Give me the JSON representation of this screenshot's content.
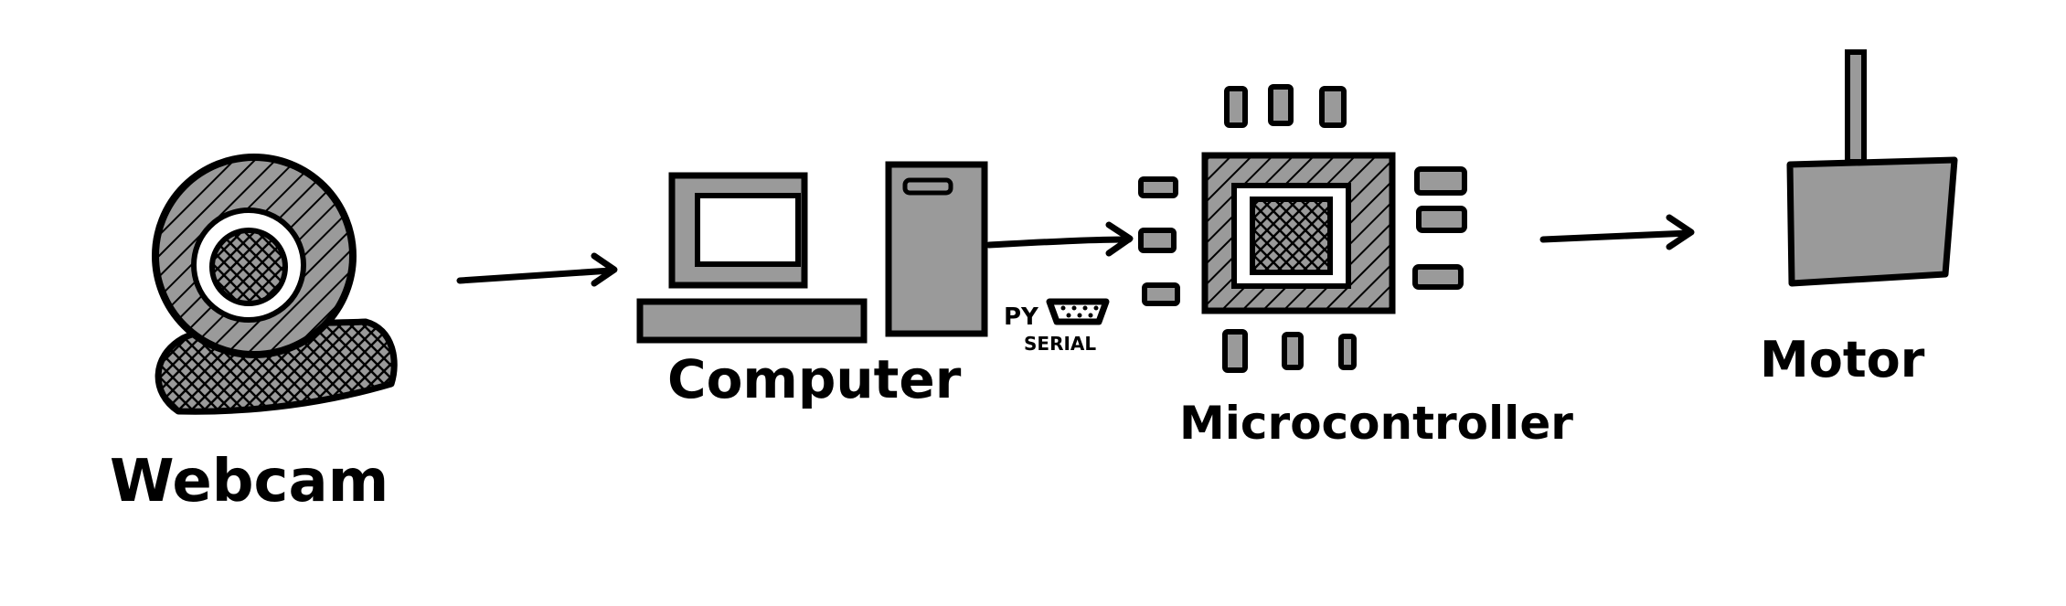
{
  "nodes": {
    "webcam": "Webcam",
    "computer": "Computer",
    "microcontroller": "Microcontroller",
    "motor": "Motor"
  },
  "connector_labels": {
    "pyserial_top": "PY",
    "pyserial_bottom": "SERIAL"
  },
  "colors": {
    "fill": "#9a9a9a",
    "ink": "#000000",
    "background": "#ffffff"
  }
}
